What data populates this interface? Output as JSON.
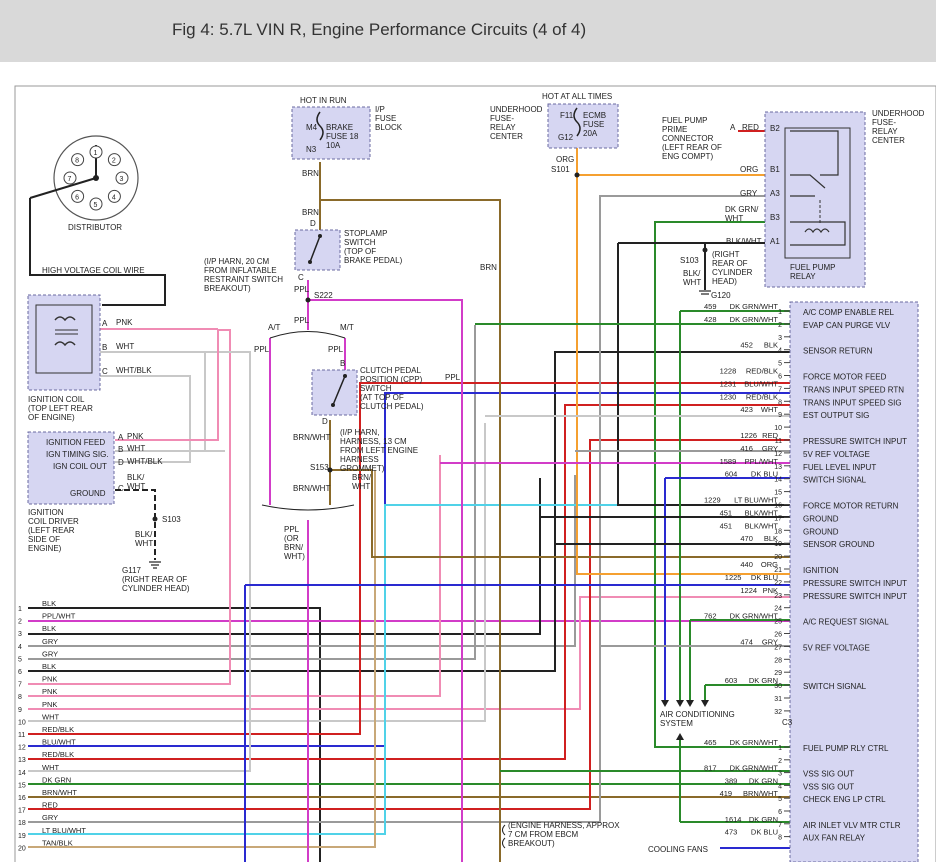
{
  "page": {
    "title": "Fig 4: 5.7L VIN R, Engine Performance Circuits (4 of 4)"
  },
  "colors": {
    "pnk": "#f08cb4",
    "wht": "#c8c8c8",
    "blk": "#222222",
    "brn": "#8a6a2a",
    "orng": "#f5a030",
    "ppl": "#d23cc8",
    "dkgrn": "#2a8a2a",
    "red": "#d02020",
    "blu": "#2a2ad0",
    "ltblu": "#50d2e8",
    "gry": "#9a9a9a",
    "tan": "#c8a878",
    "module": "#d6d6f2",
    "border": "#6a6aa0"
  },
  "labels": {
    "distributor": "DISTRIBUTOR",
    "hv_coil_wire": "HIGH VOLTAGE COIL WIRE",
    "hot_in_run": "HOT IN RUN",
    "ip_fuse_block": "I/P\nFUSE\nBLOCK",
    "brake_fuse": "BRAKE\nFUSE 18\n10A",
    "m4": "M4",
    "n3": "N3",
    "hot_at_all_times": "HOT AT ALL TIMES",
    "underhood_relay_center_left": "UNDERHOOD\nFUSE-\nRELAY\nCENTER",
    "ecmb_fuse": "ECMB\nFUSE\n20A",
    "f11": "F11",
    "g12": "G12",
    "fuel_pump_prime": "FUEL PUMP\nPRIME\nCONNECTOR\n(LEFT REAR OF\nENG COMPT)",
    "underhood_relay_center_right": "UNDERHOOD\nFUSE-\nRELAY\nCENTER",
    "fuel_pump_relay": "FUEL PUMP\nRELAY",
    "stoplamp_switch": "STOPLAMP\nSWITCH\n(TOP OF\nBRAKE PEDAL)",
    "ip_harness_20cm": "(I/P HARN, 20 CM\nFROM INFLATABLE\nRESTRAINT SWITCH\nBREAKOUT)",
    "s222": "S222",
    "at": "A/T",
    "mt": "M/T",
    "cpp_switch": "CLUTCH PEDAL\nPOSITION (CPP)\nSWITCH\n(AT TOP OF\nCLUTCH PEDAL)",
    "ip_harness_13cm": "(I/P HARN,\nHARNESS, 13 CM\nFROM LEFT ENGINE\nHARNESS\nGROMMET)",
    "s153": "S153",
    "s101": "S101",
    "s103_top": "S103",
    "right_rear_cyl": "(RIGHT\nREAR OF\nCYLINDER\nHEAD)",
    "g120": "G120",
    "ignition_coil": "IGNITION COIL\n(TOP LEFT REAR\nOF ENGINE)",
    "ignition_coil_driver": "IGNITION\nCOIL DRIVER\n(LEFT REAR\nSIDE OF\nENGINE)",
    "icd_feed": "IGNITION FEED",
    "icd_timing": "IGN TIMING SIG.",
    "icd_out": "IGN COIL OUT",
    "icd_ground": "GROUND",
    "s103_bottom": "S103",
    "g117": "G117\n(RIGHT REAR OF\nCYLINDER HEAD)",
    "ppl_or_brn": "PPL\n(OR\nBRN/\nWHT)",
    "ac_system": "AIR CONDITIONING\nSYSTEM",
    "engine_harness": "(ENGINE HARNESS, APPROX\n7 CM FROM EBCM\nBREAKOUT)",
    "cooling_fans": "COOLING FANS",
    "c3": "C3"
  },
  "wire_labels": {
    "brn1": "BRN",
    "brn2": "BRN",
    "brn3": "BRN",
    "red_a": "RED",
    "orng_b1": "ORG",
    "gry_a3": "GRY",
    "dkgrn_b3": "DK GRN/\nWHT",
    "blkwht_a1": "BLK/WHT",
    "org_s101": "ORG",
    "blkwht_s103": "BLK/\nWHT",
    "ppl1": "PPL",
    "ppl2": "PPL",
    "ppl3": "PPL",
    "ppl4": "PPL",
    "brnwht1": "BRN/WHT",
    "brnwht2": "BRN/WHT",
    "brnwht3": "BRN/\nWHT",
    "coil_a": "PNK",
    "coil_b": "WHT",
    "coil_c": "WHT/BLK",
    "icd_a": "PNK",
    "icd_b": "WHT",
    "icd_d": "WHT/BLK",
    "icd_c": "BLK/\nWHT",
    "icd_blkwht": "BLK/\nWHT"
  },
  "connector_pins_letters": {
    "a": "A",
    "b": "B",
    "c": "C",
    "d": "D",
    "b2": "B2",
    "b1": "B1",
    "a3": "A3",
    "b3": "B3",
    "a1": "A1"
  },
  "pcm_pins": [
    {
      "pin": "1",
      "circuit": "459",
      "color": "DK GRN/WHT",
      "name": "A/C COMP ENABLE REL"
    },
    {
      "pin": "2",
      "circuit": "428",
      "color": "DK GRN/WHT",
      "name": "EVAP CAN PURGE VLV"
    },
    {
      "pin": "3",
      "circuit": "",
      "color": "",
      "name": ""
    },
    {
      "pin": "4",
      "circuit": "452",
      "color": "BLK",
      "name": "SENSOR RETURN"
    },
    {
      "pin": "5",
      "circuit": "",
      "color": "",
      "name": ""
    },
    {
      "pin": "6",
      "circuit": "1228",
      "color": "RED/BLK",
      "name": "FORCE MOTOR FEED"
    },
    {
      "pin": "7",
      "circuit": "1231",
      "color": "BLU/WHT",
      "name": "TRANS INPUT SPEED RTN"
    },
    {
      "pin": "8",
      "circuit": "1230",
      "color": "RED/BLK",
      "name": "TRANS INPUT SPEED SIG"
    },
    {
      "pin": "9",
      "circuit": "423",
      "color": "WHT",
      "name": "EST OUTPUT SIG"
    },
    {
      "pin": "10",
      "circuit": "",
      "color": "",
      "name": ""
    },
    {
      "pin": "11",
      "circuit": "1226",
      "color": "RED",
      "name": "PRESSURE SWITCH INPUT"
    },
    {
      "pin": "12",
      "circuit": "416",
      "color": "GRY",
      "name": "5V REF VOLTAGE"
    },
    {
      "pin": "13",
      "circuit": "1589",
      "color": "PPL/WHT",
      "name": "FUEL LEVEL INPUT"
    },
    {
      "pin": "14",
      "circuit": "604",
      "color": "DK BLU",
      "name": "SWITCH SIGNAL"
    },
    {
      "pin": "15",
      "circuit": "",
      "color": "",
      "name": ""
    },
    {
      "pin": "16",
      "circuit": "1229",
      "color": "LT BLU/WHT",
      "name": "FORCE MOTOR RETURN"
    },
    {
      "pin": "17",
      "circuit": "451",
      "color": "BLK/WHT",
      "name": "GROUND"
    },
    {
      "pin": "18",
      "circuit": "451",
      "color": "BLK/WHT",
      "name": "GROUND"
    },
    {
      "pin": "19",
      "circuit": "470",
      "color": "BLK",
      "name": "SENSOR GROUND"
    },
    {
      "pin": "20",
      "circuit": "",
      "color": "",
      "name": ""
    },
    {
      "pin": "21",
      "circuit": "440",
      "color": "ORG",
      "name": "IGNITION"
    },
    {
      "pin": "22",
      "circuit": "1225",
      "color": "DK BLU",
      "name": "PRESSURE SWITCH INPUT"
    },
    {
      "pin": "23",
      "circuit": "1224",
      "color": "PNK",
      "name": "PRESSURE SWITCH INPUT"
    },
    {
      "pin": "24",
      "circuit": "",
      "color": "",
      "name": ""
    },
    {
      "pin": "25",
      "circuit": "762",
      "color": "DK GRN/WHT",
      "name": "A/C REQUEST SIGNAL"
    },
    {
      "pin": "26",
      "circuit": "",
      "color": "",
      "name": ""
    },
    {
      "pin": "27",
      "circuit": "474",
      "color": "GRY",
      "name": "5V REF VOLTAGE"
    },
    {
      "pin": "28",
      "circuit": "",
      "color": "",
      "name": ""
    },
    {
      "pin": "29",
      "circuit": "",
      "color": "",
      "name": ""
    },
    {
      "pin": "30",
      "circuit": "603",
      "color": "DK GRN",
      "name": "SWITCH SIGNAL"
    },
    {
      "pin": "31",
      "circuit": "",
      "color": "",
      "name": ""
    },
    {
      "pin": "32",
      "circuit": "",
      "color": "",
      "name": ""
    }
  ],
  "pcm_c3_pins": [
    {
      "pin": "1",
      "circuit": "465",
      "color": "DK GRN/WHT",
      "name": "FUEL PUMP RLY CTRL"
    },
    {
      "pin": "2",
      "circuit": "",
      "color": "",
      "name": ""
    },
    {
      "pin": "3",
      "circuit": "817",
      "color": "DK GRN/WHT",
      "name": "VSS SIG OUT"
    },
    {
      "pin": "4",
      "circuit": "389",
      "color": "DK GRN",
      "name": "VSS SIG OUT"
    },
    {
      "pin": "5",
      "circuit": "419",
      "color": "BRN/WHT",
      "name": "CHECK ENG LP CTRL"
    },
    {
      "pin": "6",
      "circuit": "",
      "color": "",
      "name": ""
    },
    {
      "pin": "7",
      "circuit": "1614",
      "color": "DK GRN",
      "name": "AIR INLET VLV MTR CTLR"
    },
    {
      "pin": "8",
      "circuit": "473",
      "color": "DK BLU",
      "name": "AUX FAN RELAY"
    }
  ],
  "left_connector": [
    {
      "pin": "1",
      "color": "BLK"
    },
    {
      "pin": "2",
      "color": "PPL/WHT"
    },
    {
      "pin": "3",
      "color": "BLK"
    },
    {
      "pin": "4",
      "color": "GRY"
    },
    {
      "pin": "5",
      "color": "GRY"
    },
    {
      "pin": "6",
      "color": "BLK"
    },
    {
      "pin": "7",
      "color": "PNK"
    },
    {
      "pin": "8",
      "color": "PNK"
    },
    {
      "pin": "9",
      "color": "PNK"
    },
    {
      "pin": "10",
      "color": "WHT"
    },
    {
      "pin": "11",
      "color": "RED/BLK"
    },
    {
      "pin": "12",
      "color": "BLU/WHT"
    },
    {
      "pin": "13",
      "color": "RED/BLK"
    },
    {
      "pin": "14",
      "color": "WHT"
    },
    {
      "pin": "15",
      "color": "DK GRN"
    },
    {
      "pin": "16",
      "color": "BRN/WHT"
    },
    {
      "pin": "17",
      "color": "RED"
    },
    {
      "pin": "18",
      "color": "GRY"
    },
    {
      "pin": "19",
      "color": "LT BLU/WHT"
    },
    {
      "pin": "20",
      "color": "TAN/BLK"
    }
  ],
  "distributor_pins": [
    "1",
    "2",
    "3",
    "4",
    "5",
    "6",
    "7",
    "8"
  ]
}
